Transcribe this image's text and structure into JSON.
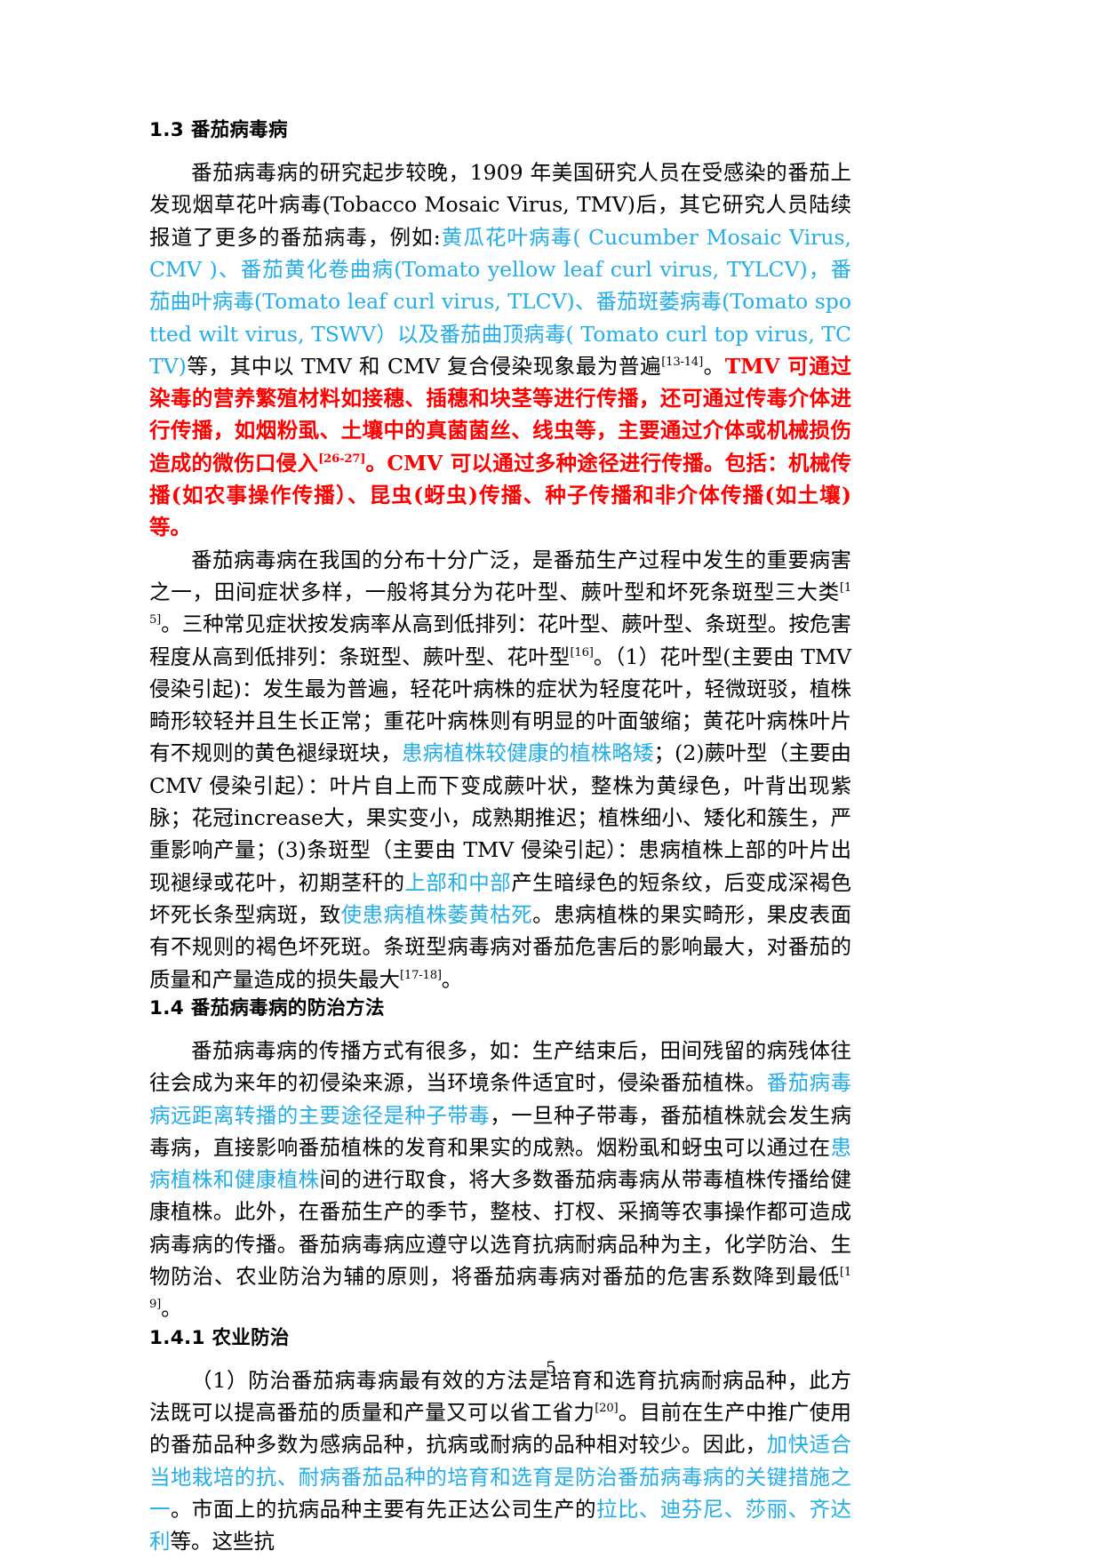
{
  "document": {
    "page_number": "5",
    "colors": {
      "body_text": "#000000",
      "highlight_blue": "#22AEE8",
      "highlight_red": "#FF0000",
      "background": "#FFFFFF"
    }
  },
  "sections": {
    "s13": {
      "heading": "1.3 番茄病毒病",
      "p1": {
        "black_a": "番茄病毒病的研究起步较晚，1909 年美国研究人员在受感染的番茄上发现烟草花叶病毒(Tobacco Mosaic Virus, TMV)后，其它研究人员陆续报道了更多的番茄病毒，例如:",
        "blue_a": "黄瓜花叶病毒( Cucumber Mosaic Virus, CMV )、番茄黄化卷曲病(Tomato yellow leaf curl virus, TYLCV)，番茄曲叶病毒(Tomato leaf curl virus, TLCV)、番茄斑萎病毒(Tomato spotted wilt virus, TSWV）以及番茄曲顶病毒( Tomato curl top virus, TCTV)",
        "black_b": "等，其中以 TMV 和 CMV 复合侵染现象最为普遍",
        "ref_1314": "[13-14]",
        "black_c": "。",
        "red_a": "TMV 可通过染毒的营养繁殖材料如接穗、插穗和块茎等进行传播，还可通过传毒介体进行传播，如烟粉虱、土壤中的真菌菌丝、线虫等，主要通过介体或机械损伤造成的微伤口侵入",
        "ref_2627": "[26-27]",
        "red_b": "。CMV 可以通过多种途径进行传播。包括：机械传播(如农事操作传播）、昆虫(蚜虫)传播、种子传播和非介体传播(如土壤)等。"
      },
      "p2": {
        "t1": "番茄病毒病在我国的分布十分广泛，是番茄生产过程中发生的重要病害之一，田间症状多样，一般将其分为花叶型、蕨叶型和坏死条斑型三大类",
        "ref_15": "[15]",
        "t2": "。三种常见症状按发病率从高到低排列：花叶型、蕨叶型、条斑型。按危害程度从高到低排列：条斑型、蕨叶型、花叶型",
        "ref_16": "[16]",
        "t3": "。（1）花叶型(主要由 TMV 侵染引起)：发生最为普遍，轻花叶病株的症状为轻度花叶，轻微斑驳，植株畸形较轻并且生长正常；重花叶病株则有明显的叶面皱缩；黄花叶病株叶片有不规则的黄色褪绿斑块，",
        "blue_1": "患病植株较健康的植株略矮",
        "t4": "；(2)蕨叶型（主要由 CMV 侵染引起）：叶片自上而下变成蕨叶状，整株为黄绿色，叶背出现紫脉；花冠increase大，果实变小，成熟期推迟；植株细小、矮化和簇生，严重影响产量；(3)条斑型（主要由 TMV 侵染引起）：患病植株上部的叶片出现褪绿或花叶，初期茎秆的",
        "blue_2": "上部和中部",
        "t5": "产生暗绿色的短条纹，后变成深褐色坏死长条型病斑，致",
        "blue_3": "使患病植株萎黄枯死",
        "t6": "。患病植株的果实畸形，果皮表面有不规则的褐色坏死斑。条斑型病毒病对番茄危害后的影响最大，对番茄的质量和产量造成的损失最大",
        "ref_1718": "[17-18]",
        "t7": "。"
      }
    },
    "s14": {
      "heading": "1.4 番茄病毒病的防治方法",
      "p1": {
        "t1": "番茄病毒病的传播方式有很多，如：生产结束后，田间残留的病残体往往会成为来年的初侵染来源，当环境条件适宜时，侵染番茄植株。",
        "blue_1": "番茄病毒病远距离转播的主要途径是种子带毒",
        "t2": "，一旦种子带毒，番茄植株就会发生病毒病，直接影响番茄植株的发育和果实的成熟。烟粉虱和蚜虫可以通过在",
        "blue_2": "患病植株和健康植株",
        "t3": "间的进行取食，将大多数番茄病毒病从带毒植株传播给健康植株。此外，在番茄生产的季节，整枝、打杈、采摘等农事操作都可造成病毒病的传播。番茄病毒病应遵守以选育抗病耐病品种为主，化学防治、生物防治、农业防治为辅的原则，将番茄病毒病对番茄的危害系数降到最低",
        "ref_19": "[19]",
        "t4": "。"
      }
    },
    "s141": {
      "heading": "1.4.1 农业防治",
      "p1": {
        "t1": "（1）防治番茄病毒病最有效的方法是培育和选育抗病耐病品种，此方法既可以提高番茄的质量和产量又可以省工省力",
        "ref_20": "[20]",
        "t2": "。目前在生产中推广使用的番茄品种多数为感病品种，抗病或耐病的品种相对较少。因此，",
        "blue_1": "加快适合当地栽培的抗、耐病番茄品种的培育和选育是防治番茄病毒病的关键措施之一",
        "t3": "。市面上的抗病品种主要有先正达公司生产的",
        "blue_2": "拉比、迪芬尼、莎丽、齐达利",
        "t4": "等。这些抗"
      }
    }
  }
}
